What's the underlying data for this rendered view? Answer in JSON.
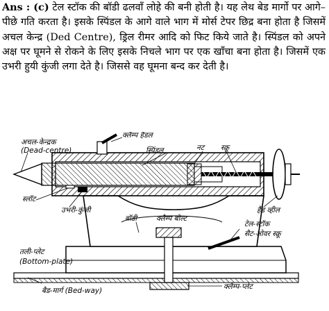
{
  "answer": {
    "prefix": "Ans : (c)",
    "text": "टेल स्टॉक की बॉडी ढलवॉं लोहे की बनी होती है। यह लेथ बेड मार्गो पर आगे–पीछे गति करता है। इसके स्पिंडल के आगे वाले भाग में मोर्स टेपर छिद्र बना होता है जिसमें अचल केन्द्र (Ded Centre), ड्रिल रीमर आदि को फिट किये जाते है। स्पिंडल को अपने अक्ष पर घूमने से रोकने के लिए इसके निचले भाग पर एक खाँचा बना होता है। जिसमें एक उभरी हुयी कुंजी लगा देते है। जिससे वह घूमना बन्द कर देती है।"
  },
  "diagram": {
    "labels": {
      "dead_centre_hi": "अचल-केन्द्रक",
      "dead_centre_en": "(Dead-centre)",
      "clamp_handle": "क्लैम्प हैंडल",
      "spindle": "स्पिंडल",
      "nut": "नट",
      "screw": "स्क्रू",
      "slot": "स्लॉट",
      "raised_key": "उभरी-कुंजी",
      "hand_wheel": "हैंड व्हील",
      "body": "बॉडी",
      "clamp_bolt": "क्लैम्प बोल्ट",
      "tail_stock": "टेल-स्टॉक",
      "set_over_screw": "सैट-ओवर स्क्रू",
      "bottom_plate_hi": "तली-प्लेट",
      "bottom_plate_en": "(Bottom-plate)",
      "bed_way": "बैड-मार्ग (Bed-way)",
      "clamp_plate": "क्लैम्प-प्लेट"
    }
  }
}
